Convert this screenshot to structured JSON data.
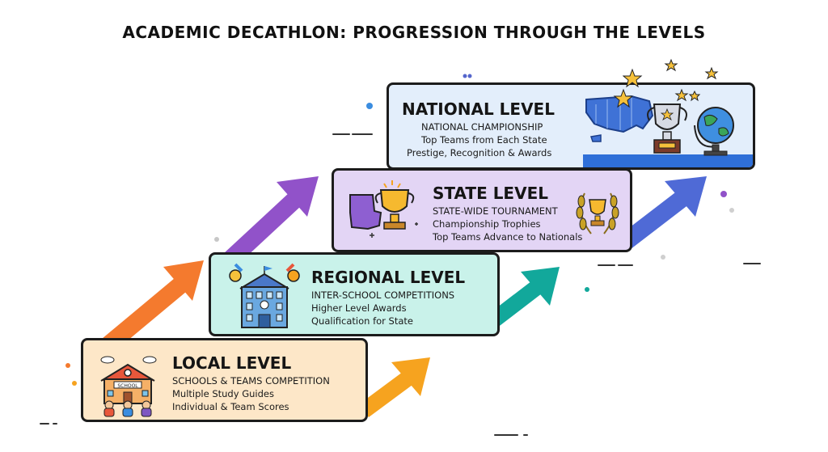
{
  "title": "ACADEMIC DECATHLON: PROGRESSION THROUGH THE LEVELS",
  "colors": {
    "local": "#fde7c8",
    "regional": "#c9f2ea",
    "state": "#e3d5f5",
    "national": "#e3eefb",
    "arrow_orange": "#f47a2e",
    "arrow_yellow": "#f6a31f",
    "arrow_purple": "#9152c9",
    "arrow_teal": "#12a89b",
    "arrow_blue": "#4f6ad6"
  },
  "levels": [
    {
      "heading": "LOCAL LEVEL",
      "lines": [
        "SCHOOLS & TEAMS COMPETITION",
        "Multiple Study Guides",
        "Individual & Team Scores"
      ],
      "icon_label": "SCHOOL"
    },
    {
      "heading": "REGIONAL LEVEL",
      "lines": [
        "INTER-SCHOOL COMPETITIONS",
        "Higher Level Awards",
        "Qualification for State"
      ]
    },
    {
      "heading": "STATE LEVEL",
      "lines": [
        "STATE-WIDE TOURNAMENT",
        "Championship Trophies",
        "Top Teams Advance to Nationals"
      ]
    },
    {
      "heading": "NATIONAL LEVEL",
      "lines": [
        "NATIONAL CHAMPIONSHIP",
        "Top Teams from Each State",
        "Prestige, Recognition & Awards"
      ]
    }
  ],
  "icons": {
    "local": "school-building-students-icon",
    "regional": "regional-building-medals-icon",
    "state_left": "state-map-trophy-icon",
    "state_right": "laurel-wreath-trophy-icon",
    "national": "usa-map-trophy-globe-icon"
  }
}
